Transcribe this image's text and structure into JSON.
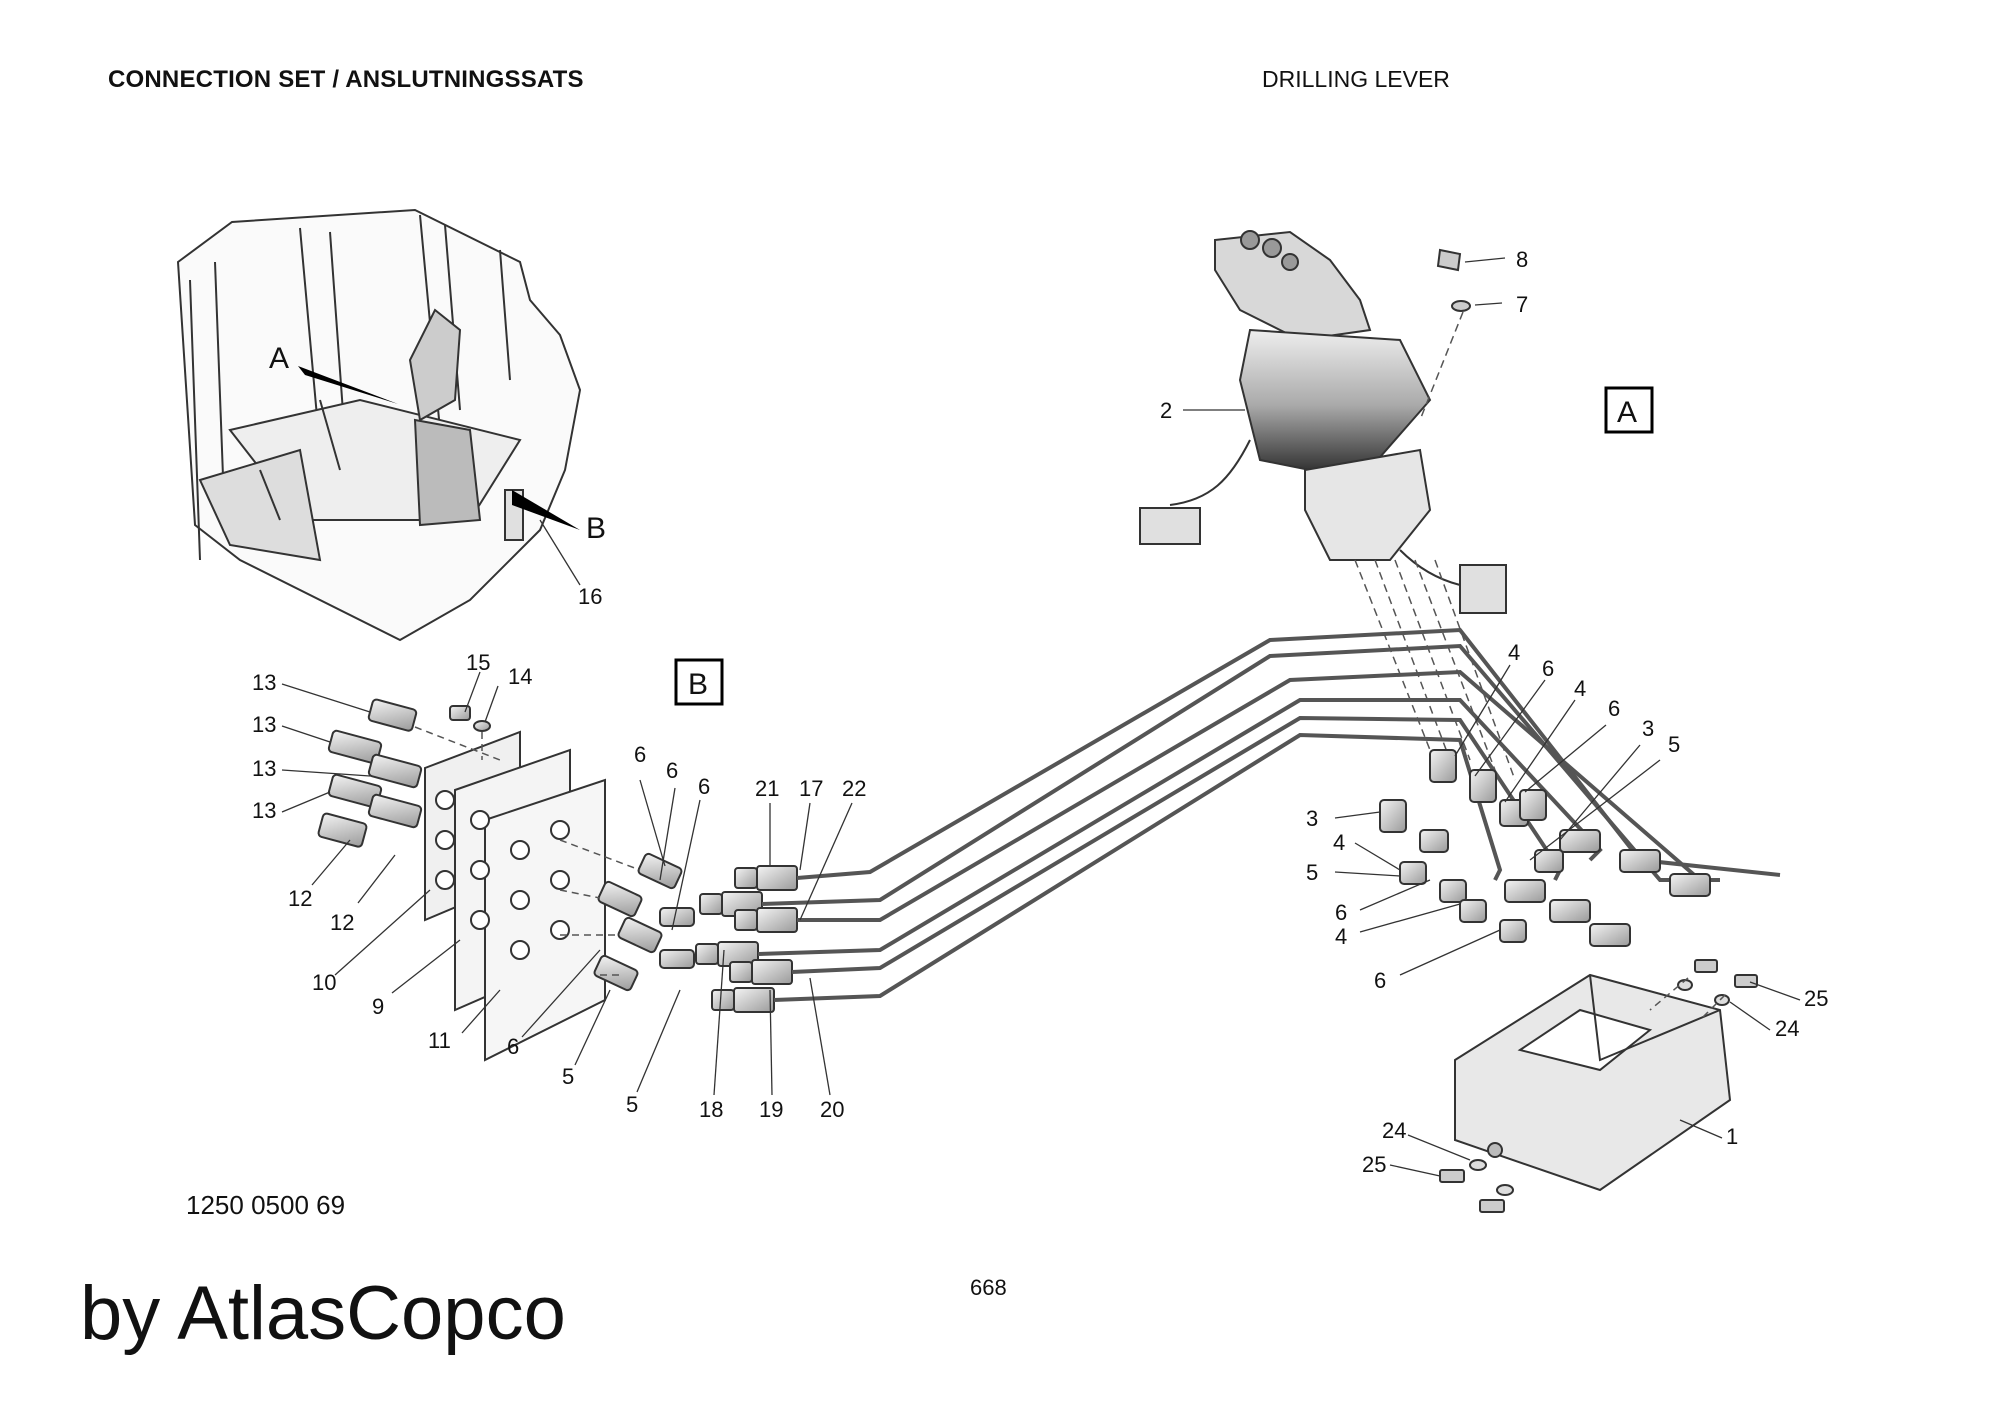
{
  "header": {
    "title": "CONNECTION SET / ANSLUTNINGSSATS",
    "subtitle": "DRILLING LEVER"
  },
  "footer": {
    "drawing_number": "1250 0500 69",
    "page_number": "668",
    "brand": "by AtlasCopco"
  },
  "view_labels": {
    "view_a": "A",
    "view_b": "B",
    "cab_arrow_a": "A",
    "cab_arrow_b": "B"
  },
  "callouts": [
    "13",
    "13",
    "13",
    "13",
    "15",
    "14",
    "12",
    "12",
    "10",
    "9",
    "11",
    "6",
    "5",
    "5",
    "6",
    "6",
    "6",
    "21",
    "17",
    "22",
    "18",
    "19",
    "20",
    "8",
    "7",
    "2",
    "16",
    "4",
    "6",
    "4",
    "6",
    "3",
    "5",
    "3",
    "4",
    "5",
    "6",
    "4",
    "6",
    "25",
    "24",
    "1",
    "24",
    "25"
  ]
}
